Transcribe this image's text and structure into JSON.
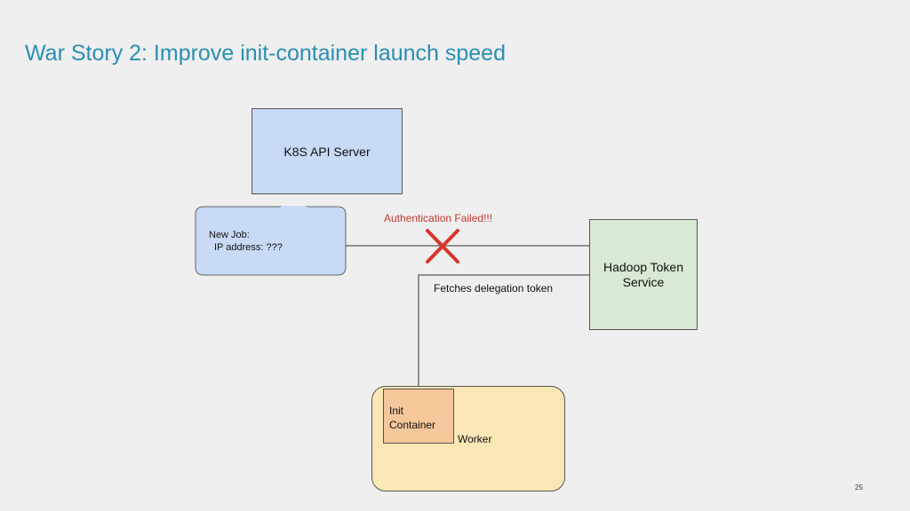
{
  "slide": {
    "title": "War Story 2: Improve init-container launch speed",
    "page_number": "25"
  },
  "diagram": {
    "k8s_api_server": "K8S API Server",
    "callout": {
      "line1": "New Job:",
      "line2": "IP address: ???"
    },
    "hadoop_token_service_line1": "Hadoop Token",
    "hadoop_token_service_line2": "Service",
    "auth_failed": "Authentication Failed!!!",
    "fetches_label": "Fetches delegation token",
    "init_container_line1": "Init",
    "init_container_line2": "Container",
    "worker": "Worker"
  },
  "colors": {
    "title": "#2a8fb4",
    "k8s_box": "#c9daf6",
    "callout": "#c9daf6",
    "hadoop_box": "#d9e9d3",
    "worker_box": "#fbe7b5",
    "init_box": "#f5c79b",
    "auth_failed": "#c0392b",
    "x_mark": "#d9342b"
  }
}
